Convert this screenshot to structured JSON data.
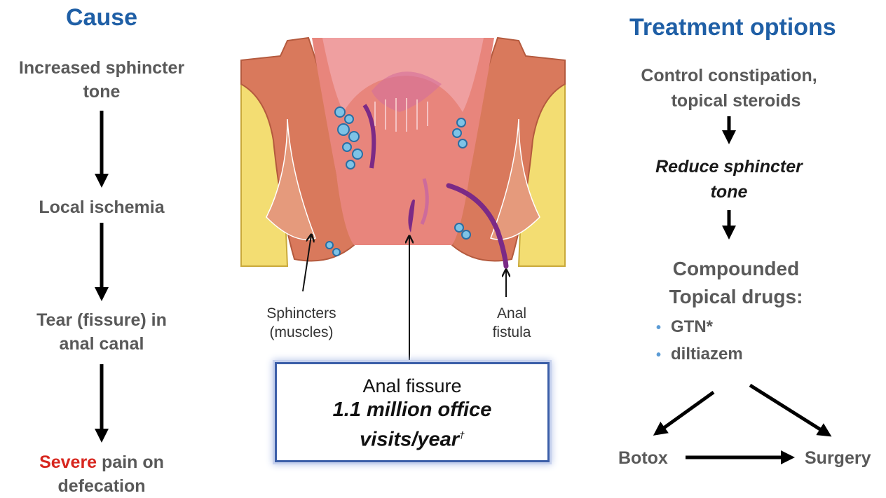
{
  "cause": {
    "heading": "Cause",
    "step1": [
      "Increased sphincter",
      "tone"
    ],
    "step2": "Local ischemia",
    "step3": [
      "Tear (fissure) in",
      "anal canal"
    ],
    "step4": {
      "highlight": "Severe",
      "rest": " pain on",
      "line2": "defecation"
    }
  },
  "anatomy": {
    "label_sphincters": [
      "Sphincters",
      "(muscles)"
    ],
    "label_fistula": [
      "Anal",
      "fistula"
    ]
  },
  "callout": {
    "title": "Anal fissure",
    "stat_line1": "1.1 million office",
    "stat_line2": "visits/year",
    "stat_mark": "†"
  },
  "treatment": {
    "heading": "Treatment options",
    "step1": [
      "Control constipation,",
      "topical steroids"
    ],
    "step2": [
      "Reduce sphincter",
      "tone"
    ],
    "step3": [
      "Compounded",
      "Topical drugs:"
    ],
    "drugs": [
      "GTN*",
      "diltiazem"
    ],
    "option_left": "Botox",
    "option_right": "Surgery"
  },
  "colors": {
    "heading": "#1f5fa6",
    "text": "#595959",
    "severe": "#d7261e",
    "bullet": "#5b9bd5",
    "callout_border": "#3b5ea8"
  }
}
